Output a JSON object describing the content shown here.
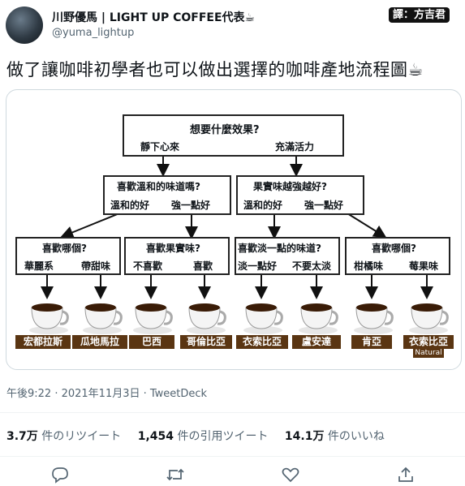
{
  "author": {
    "name": "川野優馬 | LIGHT UP COFFEE代表☕",
    "handle": "@yuma_lightup",
    "translator_badge": "譯：方吉君"
  },
  "tweet": {
    "text": "做了讓咖啡初學者也可以做出選擇的咖啡產地流程圖☕"
  },
  "flowchart": {
    "root": {
      "question": "想要什麼效果?",
      "left": "靜下心來",
      "right": "充滿活力"
    },
    "level2": [
      {
        "question": "喜歡溫和的味道嗎?",
        "left": "溫和的好",
        "right": "強一點好"
      },
      {
        "question": "果實味越強越好?",
        "left": "溫和的好",
        "right": "強一點好"
      }
    ],
    "level3": [
      {
        "question": "喜歡哪個?",
        "left": "華麗系",
        "right": "帶甜味"
      },
      {
        "question": "喜歡果實味?",
        "left": "不喜歡",
        "right": "喜歡"
      },
      {
        "question": "喜歡淡一點的味道?",
        "left": "淡一點好",
        "right": "不要太淡"
      },
      {
        "question": "喜歡哪個?",
        "left": "柑橘味",
        "right": "莓果味"
      }
    ],
    "results": [
      {
        "label": "宏都拉斯"
      },
      {
        "label": "瓜地馬拉"
      },
      {
        "label": "巴西"
      },
      {
        "label": "哥倫比亞"
      },
      {
        "label": "衣索比亞"
      },
      {
        "label": "盧安達"
      },
      {
        "label": "肯亞"
      },
      {
        "label": "衣索比亞",
        "sub": "Natural"
      }
    ]
  },
  "meta": {
    "timestamp": "午後9:22 · 2021年11月3日 · TweetDeck"
  },
  "stats": {
    "retweets_count": "3.7万",
    "retweets_label": "件のリツイート",
    "quotes_count": "1,454",
    "quotes_label": "件の引用ツイート",
    "likes_count": "14.1万",
    "likes_label": "件のいいね"
  },
  "actions": [
    "reply-icon",
    "retweet-icon",
    "like-icon",
    "share-icon"
  ],
  "colors": {
    "label_bg": "#5a3512",
    "muted": "#536471",
    "border": "#cfd9de"
  }
}
